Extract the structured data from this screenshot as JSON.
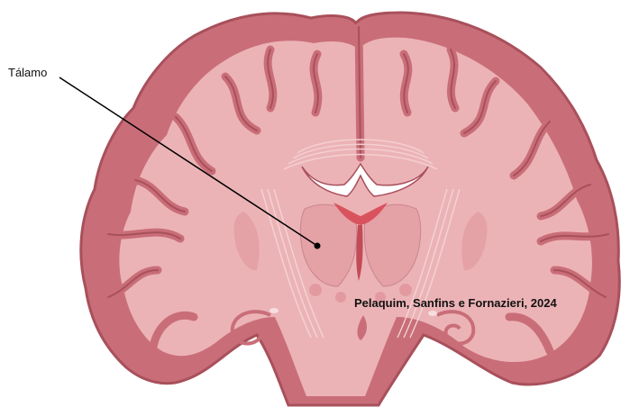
{
  "labels": {
    "thalamus": "Tálamo"
  },
  "credit": "Pelaquim, Sanfins e Fornazieri, 2024",
  "colors": {
    "cortex": "#c96e79",
    "cortex_outline": "#a8505b",
    "white_matter": "#ecb3b6",
    "deep_structures": "#e4a1a6",
    "ventricle": "#ffffff",
    "red_structure": "#d9535e",
    "pointer_line": "#000000"
  },
  "icons": [
    "brain-coronal-section-illustration"
  ]
}
